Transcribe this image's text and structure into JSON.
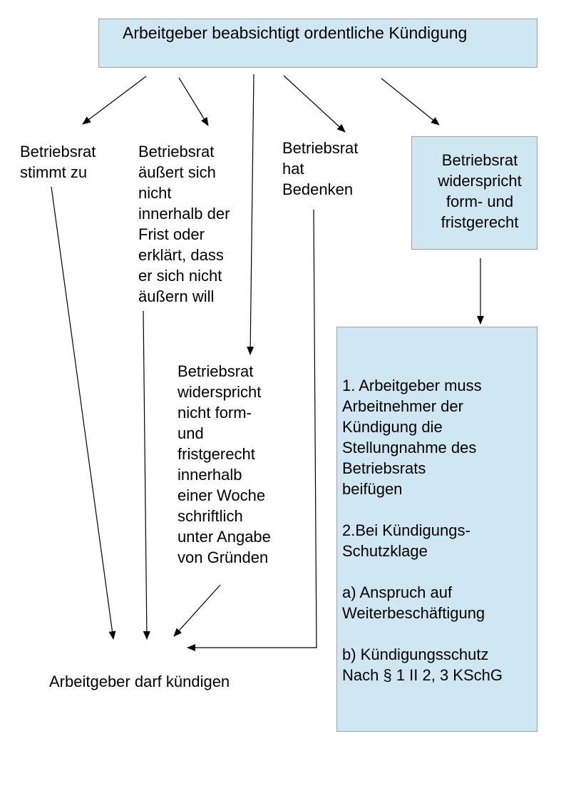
{
  "colors": {
    "box_fill": "#cfe6f3",
    "box_border": "#9aa3ab",
    "arrow": "#000000"
  },
  "top_box": {
    "text": "Arbeitgeber beabsichtigt ordentliche Kündigung"
  },
  "nodes": {
    "stimmt_zu": "Betriebsrat\nstimmt zu",
    "aeussert_nicht": "Betriebsrat\näußert sich\nnicht\ninnerhalb der\nFrist oder\nerklärt, dass\ner sich nicht\näußern will",
    "bedenken": "Betriebsrat\nhat\nBedenken",
    "widerspricht_form": "Betriebsrat\nwiderspricht\nform- und\nfristgerecht",
    "widerspricht_nicht_form": "Betriebsrat\nwiderspricht\nnicht form-\nund\nfristgerecht\ninnerhalb\neiner Woche\nschriftlich\nunter Angabe\nvon Gründen",
    "consequences": "1. Arbeitgeber muss\nArbeitnehmer der\nKündigung die\nStellungnahme des\nBetriebsrats\nbeifügen\n\n2.Bei Kündigungs-\nSchutzklage\n\na) Anspruch auf\nWeiterbeschäftigung\n\nb) Kündigungsschutz\nNach § 1 II 2, 3 KSchG",
    "darf_kuendigen": "Arbeitgeber darf kündigen"
  }
}
